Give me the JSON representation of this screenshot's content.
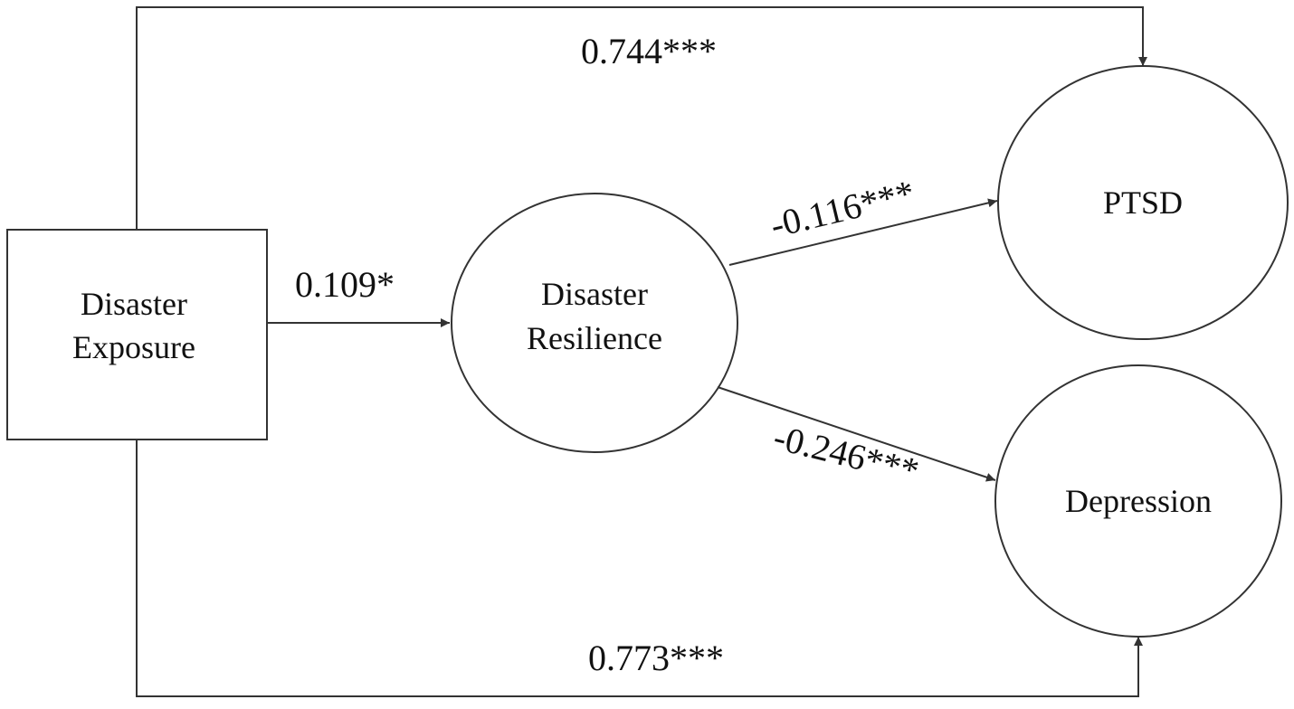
{
  "nodes": {
    "exposure": {
      "line1": "Disaster",
      "line2": "Exposure"
    },
    "resilience": {
      "line1": "Disaster",
      "line2": "Resilience"
    },
    "ptsd": {
      "label": "PTSD"
    },
    "depression": {
      "label": "Depression"
    }
  },
  "paths": {
    "exposure_to_ptsd": "0.744***",
    "exposure_to_resilience": "0.109*",
    "resilience_to_ptsd": "-0.116***",
    "resilience_to_depression": "-0.246***",
    "exposure_to_depression": "0.773***"
  },
  "colors": {
    "stroke": "#333333",
    "text": "#111111",
    "background": "#ffffff"
  }
}
